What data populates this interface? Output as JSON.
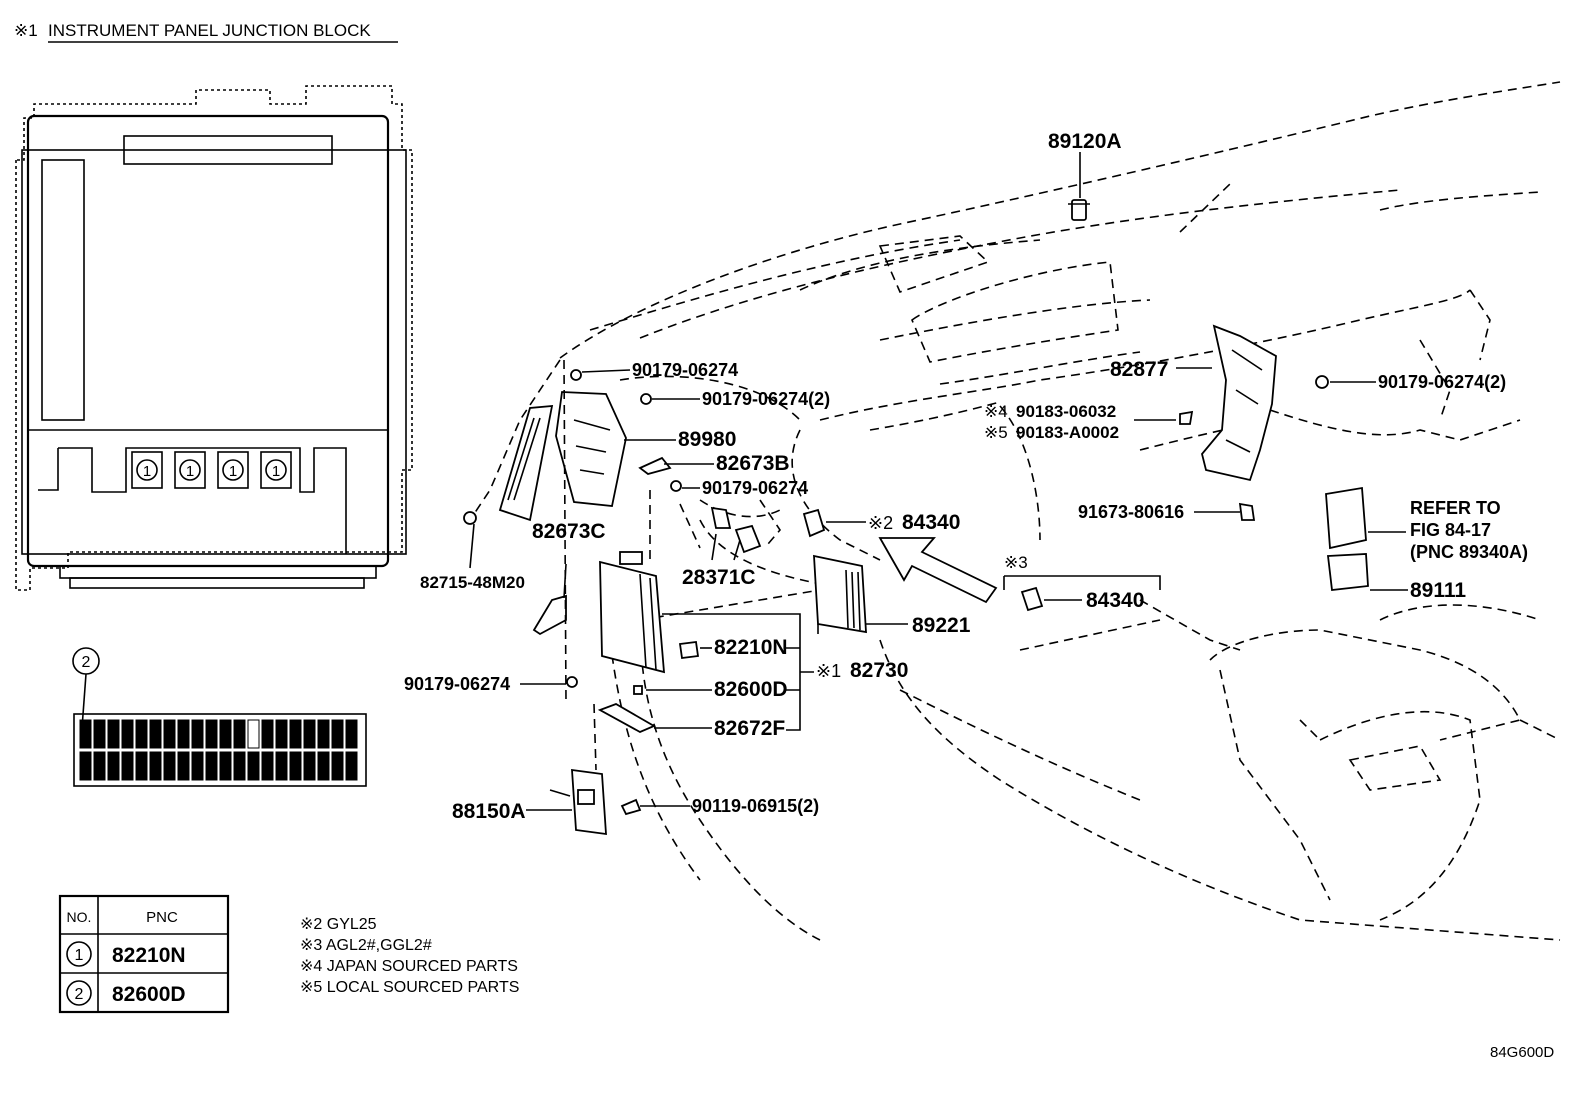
{
  "header": {
    "mark": "※1",
    "title": "INSTRUMENT PANEL JUNCTION BLOCK"
  },
  "labels": {
    "p89120A": "89120A",
    "p90179_a": "90179-06274",
    "p90179_b": "90179-06274(2)",
    "p89980": "89980",
    "p82673B": "82673B",
    "p90179_c": "90179-06274",
    "p82673C": "82673C",
    "p82715": "82715-48M20",
    "p28371C": "28371C",
    "p84340_a_mark": "※2",
    "p84340_a": "84340",
    "p82877": "82877",
    "p90183_a_mark": "※4",
    "p90183_a": "90183-06032",
    "p90183_b_mark": "※5",
    "p90183_b": "90183-A0002",
    "p90179_d": "90179-06274(2)",
    "p91673": "91673-80616",
    "refer1": "REFER TO",
    "refer2": "FIG 84-17",
    "refer3": "(PNC 89340A)",
    "p89111": "89111",
    "p84340_b_mark": "※3",
    "p84340_b": "84340",
    "p89221": "89221",
    "p82210N": "82210N",
    "p82730_mark": "※1",
    "p82730": "82730",
    "p82600D": "82600D",
    "p82672F": "82672F",
    "p90179_e": "90179-06274",
    "p88150A": "88150A",
    "p90119": "90119-06915(2)"
  },
  "callouts": {
    "one": "1",
    "two": "2"
  },
  "table": {
    "headers": [
      "NO.",
      "PNC"
    ],
    "rows": [
      {
        "no": "1",
        "pnc": "82210N"
      },
      {
        "no": "2",
        "pnc": "82600D"
      }
    ]
  },
  "notes": [
    "※2  GYL25",
    "※3  AGL2#,GGL2#",
    "※4 JAPAN SOURCED PARTS",
    "※5 LOCAL SOURCED PARTS"
  ],
  "figure_id": "84G600D"
}
